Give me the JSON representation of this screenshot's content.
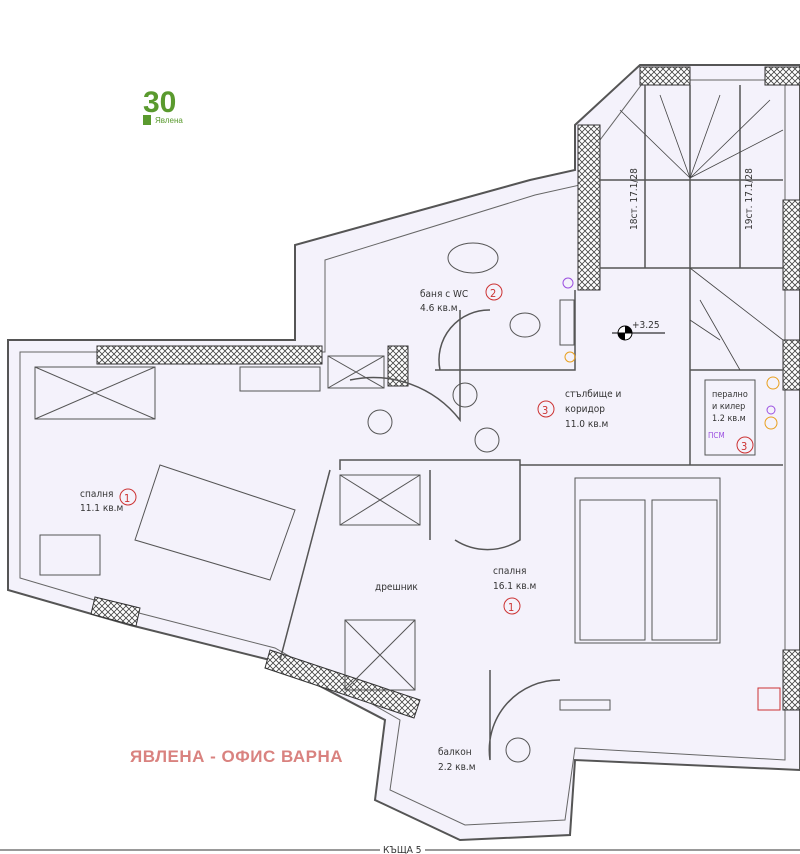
{
  "logo": {
    "number": "30",
    "brand": "Явлена"
  },
  "watermark": "ЯВЛЕНА - ОФИС ВАРНА",
  "footer_label": "КЪЩА 5",
  "level_mark": "+3.25",
  "stairs": {
    "left": "18ст. 17.1/28",
    "right": "19ст. 17.1/28"
  },
  "rooms": [
    {
      "name": "баня с WC",
      "area": "4.6 кв.м",
      "number": "2"
    },
    {
      "name": "стълбище и",
      "name2": "коридор",
      "area": "11.0 кв.м",
      "number": "3"
    },
    {
      "name": "перално",
      "name2": "и килер",
      "area": "1.2 кв.м",
      "number": "3"
    },
    {
      "name": "спалня",
      "area": "11.1 кв.м",
      "number": "1"
    },
    {
      "name": "спалня",
      "area": "16.1 кв.м",
      "number": "1"
    },
    {
      "name": "дрешник"
    },
    {
      "name": "балкон",
      "area": "2.2 кв.м"
    }
  ],
  "appliance_label": "ПСМ",
  "colors": {
    "wall": "#555555",
    "room_fill": "#f4f2fb",
    "room_number": "#cc3333",
    "logo": "#5a9a2e",
    "watermark": "#d9827f",
    "gas": "#e8a020",
    "outlet": "#9b4fe0"
  }
}
